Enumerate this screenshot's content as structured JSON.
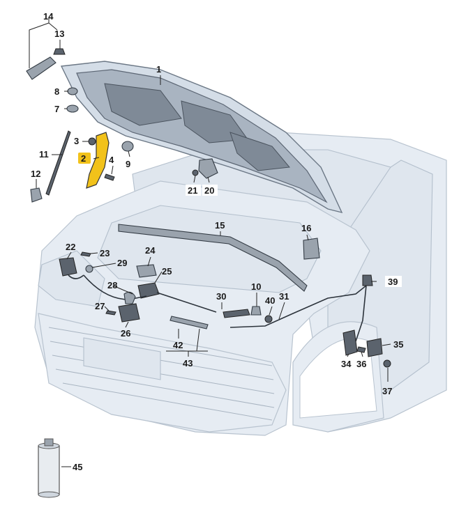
{
  "callouts": [
    {
      "id": "c1",
      "text": "1"
    },
    {
      "id": "c2",
      "text": "2",
      "highlight": true
    },
    {
      "id": "c3",
      "text": "3"
    },
    {
      "id": "c4",
      "text": "4"
    },
    {
      "id": "c7",
      "text": "7"
    },
    {
      "id": "c8",
      "text": "8"
    },
    {
      "id": "c9",
      "text": "9"
    },
    {
      "id": "c10",
      "text": "10"
    },
    {
      "id": "c11",
      "text": "11"
    },
    {
      "id": "c12",
      "text": "12"
    },
    {
      "id": "c13",
      "text": "13"
    },
    {
      "id": "c14",
      "text": "14"
    },
    {
      "id": "c15",
      "text": "15"
    },
    {
      "id": "c16",
      "text": "16"
    },
    {
      "id": "c20",
      "text": "20"
    },
    {
      "id": "c21",
      "text": "21"
    },
    {
      "id": "c22",
      "text": "22"
    },
    {
      "id": "c23",
      "text": "23"
    },
    {
      "id": "c24",
      "text": "24"
    },
    {
      "id": "c25",
      "text": "25"
    },
    {
      "id": "c26",
      "text": "26"
    },
    {
      "id": "c27",
      "text": "27"
    },
    {
      "id": "c28",
      "text": "28"
    },
    {
      "id": "c29",
      "text": "29"
    },
    {
      "id": "c30",
      "text": "30"
    },
    {
      "id": "c31",
      "text": "31"
    },
    {
      "id": "c34",
      "text": "34"
    },
    {
      "id": "c35",
      "text": "35"
    },
    {
      "id": "c36",
      "text": "36"
    },
    {
      "id": "c37",
      "text": "37"
    },
    {
      "id": "c39",
      "text": "39"
    },
    {
      "id": "c40",
      "text": "40"
    },
    {
      "id": "c42",
      "text": "42"
    },
    {
      "id": "c43",
      "text": "43"
    },
    {
      "id": "c45",
      "text": "45"
    }
  ],
  "colors": {
    "highlight": "#f2c21a",
    "body": "#e6ecf3",
    "hood": "#d4dde7",
    "part": "#9aa3ad"
  }
}
